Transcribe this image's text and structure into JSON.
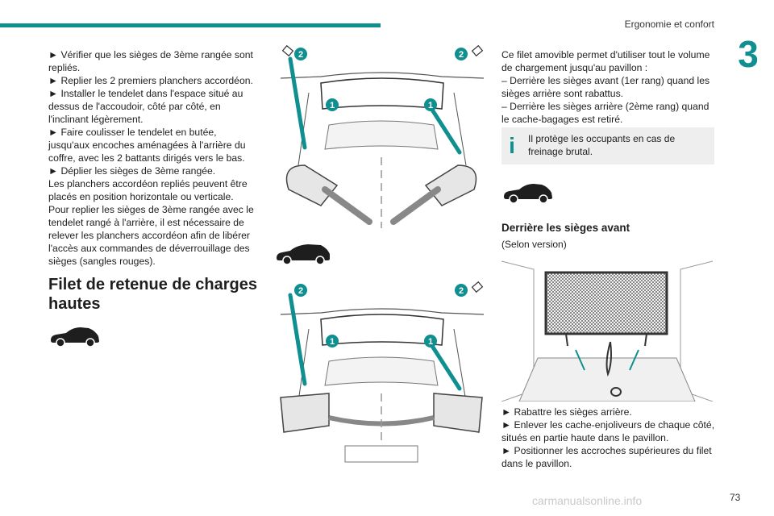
{
  "header": {
    "section_title": "Ergonomie et confort",
    "chapter_number": "3"
  },
  "col1": {
    "lines": [
      "► Vérifier que les sièges de 3ème rangée sont repliés.",
      "► Replier les 2 premiers planchers accordéon.",
      "► Installer le tendelet dans l'espace situé au dessus de l'accoudoir, côté par côté, en l'inclinant légèrement.",
      "► Faire coulisser le tendelet en butée, jusqu'aux encoches aménagées à l'arrière du coffre, avec les 2 battants dirigés vers le bas.",
      "► Déplier les sièges de 3ème rangée.",
      "Les planchers accordéon repliés peuvent être placés en position horizontale ou verticale.",
      "Pour replier les sièges de 3ème rangée avec le tendelet rangé à l'arrière, il est nécessaire de relever les planchers accordéon afin de libérer l'accès aux commandes de déverrouillage des sièges (sangles rouges)."
    ]
  },
  "heading_net": "Filet de retenue de charges hautes",
  "col3": {
    "intro": "Ce filet amovible permet d'utiliser tout le volume de chargement jusqu'au pavillon :",
    "item1": "– Derrière les sièges avant (1er rang) quand les sièges arrière sont rabattus.",
    "item2": "– Derrière les sièges arrière (2ème rang) quand le cache-bagages est retiré.",
    "info": "Il protège les occupants en cas de freinage brutal.",
    "heading": "Derrière les sièges avant",
    "note": "(Selon version)",
    "steps": [
      "► Rabattre les sièges arrière.",
      "► Enlever les cache-enjoliveurs de chaque côté, situés en partie haute dans le pavillon.",
      "► Positionner les accroches supérieures du filet dans le pavillon."
    ]
  },
  "callouts": {
    "one": "1",
    "two": "2"
  },
  "footer": {
    "page_number": "73",
    "watermark": "carmanualsonline.info"
  },
  "colors": {
    "accent": "#0f8f90",
    "info_bg": "#eeeeee"
  },
  "icons": {
    "car": "car-silhouette-icon",
    "info": "info-icon",
    "clip": "clip-icon"
  }
}
